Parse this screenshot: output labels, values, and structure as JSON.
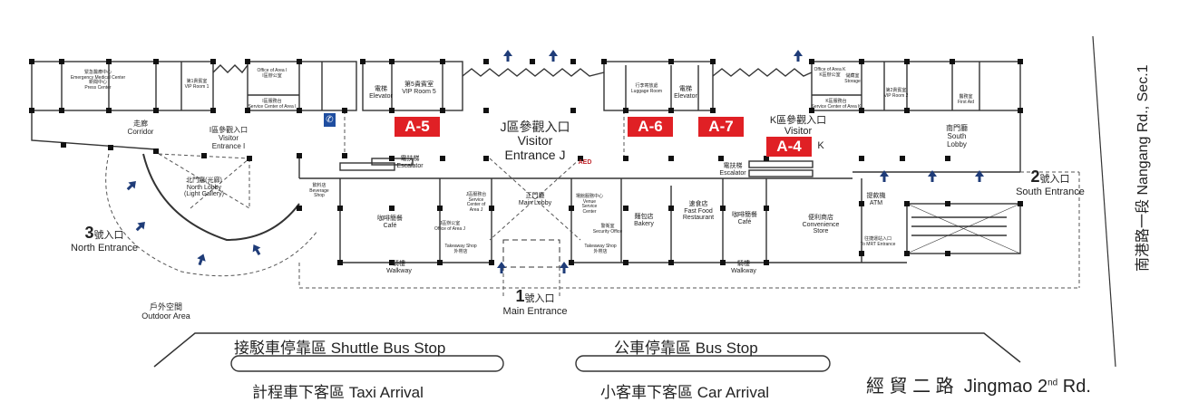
{
  "booths": {
    "a5": "A-5",
    "a6": "A-6",
    "a7": "A-7",
    "a4": "A-4"
  },
  "colors": {
    "booth": "#e02025",
    "arrow": "#1f3c78",
    "line": "#333333"
  },
  "rooms": {
    "emergency_zh": "緊急醫療中心",
    "emergency_en": "Emergency Medical Center",
    "press_zh": "新聞中心",
    "press_en": "Press Center",
    "vip1_zh": "第1貴賓室",
    "vip1_en": "VIP Room 1",
    "office_i_en": "Office of Area I",
    "office_i_zh": "I區辦公室",
    "service_i_zh": "I區服務台",
    "service_i_en": "Service Center of Area I",
    "elevator_zh": "電梯",
    "elevator_en": "Elevator",
    "vip5_zh": "第5貴賓室",
    "vip5_en": "VIP Room 5",
    "luggage_zh": "行李寄放處",
    "luggage_en": "Luggage Room",
    "elevator2_zh": "電梯",
    "elevator2_en": "Elevator",
    "office_k_en": "Office of Area K",
    "office_k_zh": "K區辦公室",
    "storage_zh": "儲藏室",
    "storage_en": "Storage",
    "service_k_zh": "K區服務台",
    "service_k_en": "Service Center of Area K",
    "vip2_zh": "第2貴賓室",
    "vip2_en": "VIP Room 2",
    "firstaid_zh": "醫務室",
    "firstaid_en": "First Aid",
    "corridor_zh": "走廊",
    "corridor_en": "Corridor",
    "visitor_i_zh": "I區參觀入口",
    "visitor_i_en1": "Visitor",
    "visitor_i_en2": "Entrance I",
    "visitor_j_zh": "J區參觀入口",
    "visitor_j_en1": "Visitor",
    "visitor_j_en2": "Entrance J",
    "visitor_k_zh": "K區參觀入口",
    "visitor_k_en1": "Visitor",
    "visitor_k_en2": "K",
    "south_lobby_zh": "南門廳",
    "south_lobby_en1": "South",
    "south_lobby_en2": "Lobby",
    "escalator1_zh": "電扶梯",
    "escalator1_en": "Escalator",
    "escalator2_zh": "電扶梯",
    "escalator2_en": "Escalator",
    "beverage_zh": "飲料店",
    "beverage_en1": "Beverage",
    "beverage_en2": "Shop",
    "north_lobby_zh": "北門廳(光廊)",
    "north_lobby_en1": "North Lobby",
    "north_lobby_en2": "(Light Gallery)",
    "cafe1_zh": "咖啡簡餐",
    "cafe1_en": "Café",
    "cafe2_zh": "咖啡簡餐",
    "cafe2_en": "Café",
    "main_lobby_zh": "正門廳",
    "main_lobby_en": "Main Lobby",
    "service_j_zh": "J區服務台",
    "service_j_en": "Service Center of Area J",
    "office_j_zh": "J區辦公室",
    "office_j_en": "Office of Area J",
    "venue_zh": "場館服務中心",
    "venue_en": "Venue Service Center",
    "security_zh": "警衛室",
    "security_en": "Security Office",
    "takeaway1_en": "Takeaway Shop",
    "takeaway1_zh": "外帶店",
    "takeaway2_en": "Takeaway Shop",
    "takeaway2_zh": "外帶店",
    "bakery_zh": "麵包店",
    "bakery_en": "Bakery",
    "fastfood_zh": "速食店",
    "fastfood_en1": "Fast Food",
    "fastfood_en2": "Restaurant",
    "conv_zh": "便利商店",
    "conv_en1": "Convenience",
    "conv_en2": "Store",
    "atm_zh": "提款機",
    "atm_en": "ATM",
    "mrt_zh": "往捷運站入口",
    "mrt_en": "To MRT Entrance",
    "walkway1_zh": "騎樓",
    "walkway1_en": "Walkway",
    "walkway2_zh": "騎樓",
    "walkway2_en": "Walkway",
    "outdoor_zh": "戶外空間",
    "outdoor_en": "Outdoor Area",
    "aed": "AED"
  },
  "entrances": {
    "e1_num": "1",
    "e1_zh": "號入口",
    "e1_en": "Main Entrance",
    "e2_num": "2",
    "e2_zh": "號入口",
    "e2_en": "South Entrance",
    "e3_num": "3",
    "e3_zh": "號入口",
    "e3_en": "North Entrance"
  },
  "roads": {
    "shuttle": "接駁車停靠區  Shuttle Bus Stop",
    "taxi": "計程車下客區  Taxi Arrival",
    "bus": "公車停靠區  Bus Stop",
    "car": "小客車下客區  Car Arrival",
    "jingmao_zh": "經 貿 二 路",
    "jingmao_en": "Jingmao 2",
    "jingmao_sup": "nd",
    "jingmao_rd": " Rd.",
    "nangang": "南港路一段  Nangang Rd., Sec.1"
  }
}
